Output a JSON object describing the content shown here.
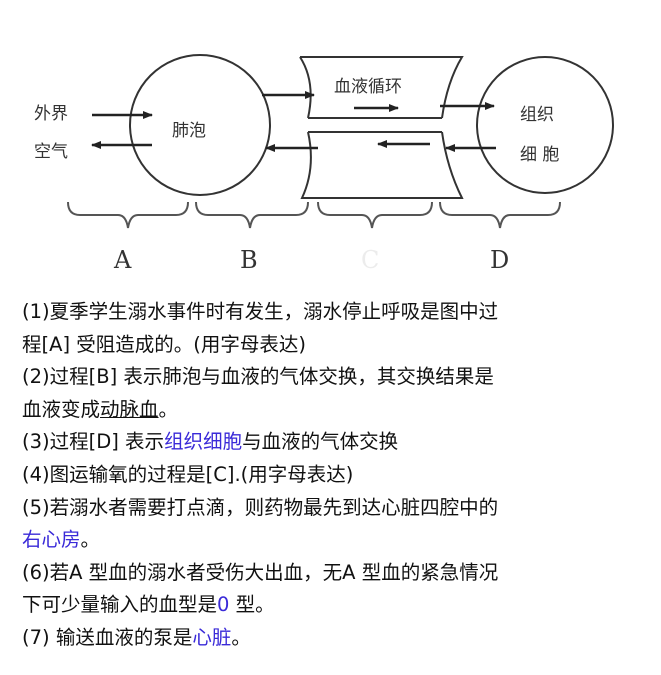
{
  "diagram": {
    "external_air_line1": "外界",
    "external_air_line2": "空气",
    "alveoli": "肺泡",
    "blood_circulation": "血液循环",
    "tissue_cells_line1": "组织",
    "tissue_cells_line2": "细 胞",
    "brace_labels": [
      "A",
      "B",
      "C",
      "D"
    ]
  },
  "qa": {
    "q1_l1": "(1)夏季学生溺水事件时有发生，溺水停止呼吸是图中过",
    "q1_l2": "程[A] 受阻造成的。(用字母表达)",
    "q2_l1": "(2)过程[B] 表示肺泡与血液的气体交换，其交换结果是",
    "q2_l2_pre": "血液变成",
    "q2_l2_ans": "动脉血",
    "q2_l2_post": "。",
    "q3_pre": "(3)过程[D] 表示",
    "q3_ans": "组织细胞",
    "q3_post": "与血液的气体交换",
    "q4": "(4)图运输氧的过程是[C].(用字母表达)",
    "q5_l1": "(5)若溺水者需要打点滴，则药物最先到达心脏四腔中的",
    "q5_ans": "右心房",
    "q5_post": "。",
    "q6_l1": "(6)若A 型血的溺水者受伤大出血，无A 型血的紧急情况",
    "q6_l2_pre": "下可少量输入的血型是",
    "q6_ans": "0",
    "q6_l2_post": " 型。",
    "q7_pre": "(7) 输送血液的泵是",
    "q7_ans": "心脏",
    "q7_post": "。"
  },
  "colors": {
    "answer": "#3a2ad8",
    "line": "#333333"
  }
}
